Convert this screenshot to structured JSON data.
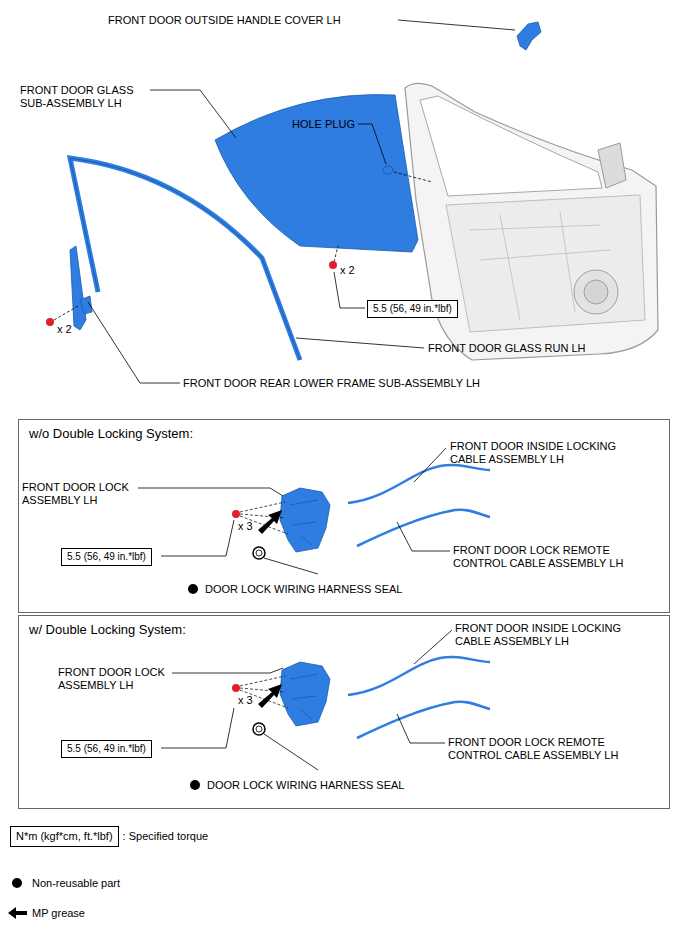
{
  "diagram": {
    "nodes": [
      {
        "text": [
          "5.5 (56, 49 in.*lbf)"
        ]
      },
      {
        "text": [
          "w/o Double Locking System:"
        ]
      },
      {
        "text": [
          "5.5 (56, 49 in.*lbf)"
        ],
        "in": 1
      },
      {
        "text": [
          "w/ Double Locking System:"
        ]
      },
      {
        "text": [
          "5.5 (56, 49 in.*lbf)"
        ],
        "in": 3
      },
      {
        "text": [
          "N*m (kgf*cm, ft.*lbf)"
        ]
      }
    ],
    "labels": [
      "FRONT DOOR OUTSIDE HANDLE COVER LH",
      "FRONT DOOR GLASS SUB-ASSEMBLY LH",
      "HOLE PLUG",
      "x 2",
      "x 2",
      "FRONT DOOR GLASS RUN LH",
      "FRONT DOOR REAR LOWER FRAME SUB-ASSEMBLY LH",
      "FRONT DOOR LOCK ASSEMBLY LH",
      "x 3",
      "FRONT DOOR INSIDE LOCKING CABLE ASSEMBLY LH",
      "FRONT DOOR LOCK REMOTE CONTROL CABLE ASSEMBLY LH",
      "DOOR LOCK WIRING HARNESS SEAL",
      "FRONT DOOR LOCK ASSEMBLY LH",
      "x 3",
      "FRONT DOOR INSIDE LOCKING CABLE ASSEMBLY LH",
      "FRONT DOOR LOCK REMOTE CONTROL CABLE ASSEMBLY LH",
      "DOOR LOCK WIRING HARNESS SEAL"
    ],
    "legend": [
      {
        "text": ": Specified torque"
      },
      {
        "text": "Non-reusable part"
      },
      {
        "text": "MP grease"
      }
    ]
  }
}
